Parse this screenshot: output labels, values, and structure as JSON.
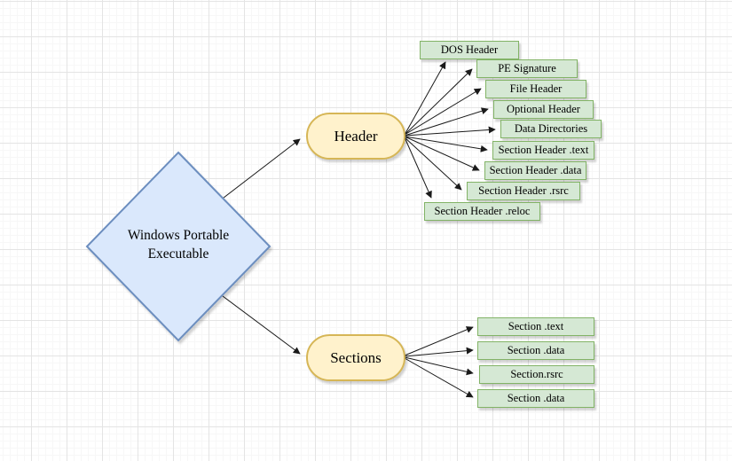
{
  "diagram_title": "Windows Portable Executable structure diagram",
  "nodes": {
    "root": {
      "label": "Windows Portable Executable",
      "shape": "diamond",
      "fill": "#dae8fc",
      "stroke": "#6c8ebf"
    },
    "header": {
      "label": "Header",
      "shape": "rounded-pill",
      "fill": "#fff2cc",
      "stroke": "#d6b656"
    },
    "sections": {
      "label": "Sections",
      "shape": "rounded-pill",
      "fill": "#fff2cc",
      "stroke": "#d6b656"
    }
  },
  "header_children": [
    "DOS Header",
    "PE Signature",
    "File Header",
    "Optional Header",
    "Data Directories",
    "Section Header .text",
    "Section Header .data",
    "Section Header .rsrc",
    "Section Header .reloc"
  ],
  "sections_children": [
    "Section .text",
    "Section .data",
    "Section.rsrc",
    "Section .data"
  ],
  "child_node_style": {
    "fill": "#d5e8d4",
    "stroke": "#82b366"
  },
  "edge_color": "#1a1a1a",
  "edges": [
    {
      "from": "Windows Portable Executable",
      "to": "Header"
    },
    {
      "from": "Windows Portable Executable",
      "to": "Sections"
    },
    {
      "from": "Header",
      "to": "DOS Header"
    },
    {
      "from": "Header",
      "to": "PE Signature"
    },
    {
      "from": "Header",
      "to": "File Header"
    },
    {
      "from": "Header",
      "to": "Optional Header"
    },
    {
      "from": "Header",
      "to": "Data Directories"
    },
    {
      "from": "Header",
      "to": "Section Header .text"
    },
    {
      "from": "Header",
      "to": "Section Header .data"
    },
    {
      "from": "Header",
      "to": "Section Header .rsrc"
    },
    {
      "from": "Header",
      "to": "Section Header .reloc"
    },
    {
      "from": "Sections",
      "to": "Section .text"
    },
    {
      "from": "Sections",
      "to": "Section .data"
    },
    {
      "from": "Sections",
      "to": "Section.rsrc"
    },
    {
      "from": "Sections",
      "to": "Section .data"
    }
  ]
}
